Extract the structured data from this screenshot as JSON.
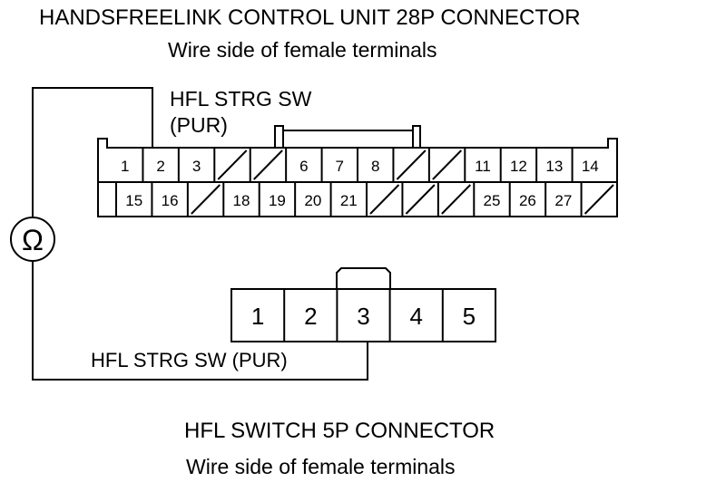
{
  "connector_28p": {
    "title": "HANDSFREELINK CONTROL UNIT 28P CONNECTOR",
    "subtitle": "Wire side of female terminals",
    "wire_label_line1": "HFL STRG SW",
    "wire_label_line2": "(PUR)",
    "top_row": [
      "1",
      "2",
      "3",
      "",
      "",
      "6",
      "7",
      "8",
      "",
      "",
      "11",
      "12",
      "13",
      "14"
    ],
    "bottom_row": [
      "15",
      "16",
      "",
      "18",
      "19",
      "20",
      "21",
      "",
      "",
      "",
      "25",
      "26",
      "27",
      ""
    ]
  },
  "connector_5p": {
    "title": "HFL SWITCH 5P CONNECTOR",
    "subtitle": "Wire side of female terminals",
    "wire_label": "HFL STRG SW (PUR)",
    "terminals": [
      "1",
      "2",
      "3",
      "4",
      "5"
    ]
  },
  "meter": {
    "symbol": "Ω",
    "icon": "ohmmeter-icon"
  }
}
